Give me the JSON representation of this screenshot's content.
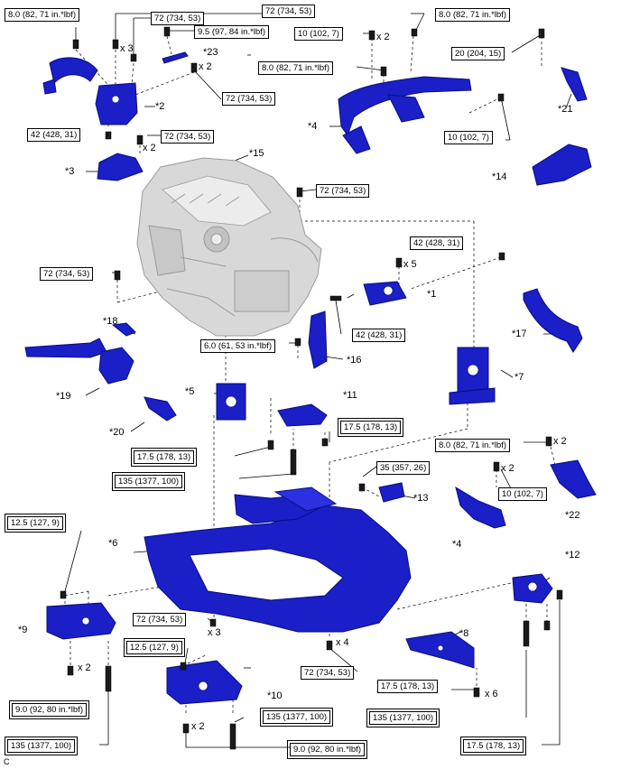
{
  "colors": {
    "part": "#1a1fc8",
    "part_dark": "#0a0e7a",
    "engine": "#d8d8d8",
    "engine_line": "#9a9a9a",
    "leader": "#000000"
  },
  "footer": "C",
  "torque": {
    "t01": "8.0 (82, 71 in.*lbf)",
    "t02": "72 (734, 53)",
    "t03": "72 (734, 53)",
    "t04": "9.5 (97, 84 in.*lbf)",
    "t05": "10 (102, 7)",
    "t06": "8.0 (82, 71 in.*lbf)",
    "t07": "20 (204, 15)",
    "t08": "8.0 (82, 71 in.*lbf)",
    "t09": "72 (734, 53)",
    "t10": "42 (428, 31)",
    "t11": "72 (734, 53)",
    "t12": "10 (102, 7)",
    "t13": "72 (734, 53)",
    "t14": "42 (428, 31)",
    "t15": "72 (734, 53)",
    "t16": "42 (428, 31)",
    "t17": "6.0 (61, 53 in.*lbf)",
    "t18": "17.5 (178, 13)",
    "t19": "17.5 (178, 13)",
    "t20": "135 (1377, 100)",
    "t21": "35 (357, 26)",
    "t22": "8.0 (82, 71 in.*lbf)",
    "t23": "10 (102, 7)",
    "t24": "12.5 (127, 9)",
    "t25": "72 (734, 53)",
    "t26": "12.5 (127, 9)",
    "t27": "72 (734, 53)",
    "t28": "17.5 (178, 13)",
    "t29": "9.0 (92, 80 in.*lbf)",
    "t30": "135 (1377, 100)",
    "t31": "135 (1377, 100)",
    "t32": "135 (1377, 100)",
    "t33": "9.0 (92, 80 in.*lbf)",
    "t34": "17.5 (178, 13)"
  },
  "labels": {
    "p1": "*1",
    "p2": "*2",
    "p3": "*3",
    "p4a": "*4",
    "p4b": "*4",
    "p5": "*5",
    "p6": "*6",
    "p7": "*7",
    "p8": "*8",
    "p9": "*9",
    "p10": "*10",
    "p11": "*11",
    "p12": "*12",
    "p13": "*13",
    "p14": "*14",
    "p15": "*15",
    "p16": "*16",
    "p17": "*17",
    "p18": "*18",
    "p19": "*19",
    "p20": "*20",
    "p21": "*21",
    "p22": "*22",
    "p23": "*23"
  },
  "quantities": {
    "q1": "x 3",
    "q2": "x 2",
    "q3": "x 2",
    "q4": "x 2",
    "q5": "x 5",
    "q6": "x 2",
    "q7": "x 2",
    "q8": "x 3",
    "q9": "x 4",
    "q10": "x 6",
    "q11": "x 2",
    "q12": "x 2"
  }
}
